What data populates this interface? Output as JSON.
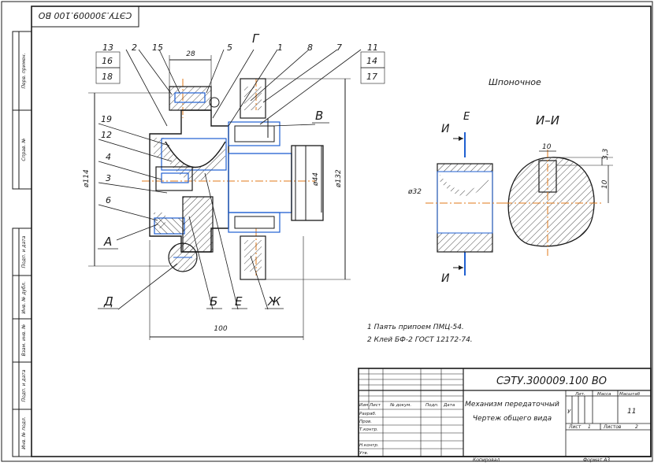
{
  "drawing": {
    "stamp_code_rotated": "СЭТУ.300009.100 ВО",
    "title_code": "СЭТУ.300009.100 ВО",
    "name_line1": "Механизм передаточный",
    "name_line2": "Чертеж общего вида",
    "notes": [
      "1 Паять припоем ПМЦ-54.",
      "2 Клей БФ-2 ГОСТ 12172-74."
    ],
    "key_label": "Шпоночное",
    "section_title": "И–И",
    "scale": "11",
    "sheet": "1",
    "sheets_total": "2",
    "lit_value": "У",
    "copied": "Копировал",
    "format": "Формат  А3"
  },
  "side_strip": {
    "cells": [
      "Перв. примен.",
      "Справ. №",
      "Подп. и дата",
      "Инв. № дубл.",
      "Взам. инв. №",
      "Подп. и дата",
      "Инв. № подл."
    ]
  },
  "title_block": {
    "headers": [
      "Изм",
      "Лист",
      "№ докум.",
      "Подп.",
      "Дата"
    ],
    "roles": [
      "Разраб.",
      "Пров.",
      "Т.контр.",
      "",
      "Н.контр.",
      "Утв."
    ],
    "lit_label": "Лит.",
    "mass_label": "Масса",
    "scale_label": "Масштаб",
    "sheet_label": "Лист",
    "sheets_label": "Листов"
  },
  "callouts": {
    "parts": [
      "13",
      "16",
      "18",
      "2",
      "15",
      "5",
      "Г",
      "1",
      "8",
      "7",
      "11",
      "14",
      "17",
      "19",
      "12",
      "4",
      "3",
      "6",
      "В"
    ],
    "letters": [
      "А",
      "Д",
      "Б",
      "Е",
      "Ж",
      "Е",
      "И",
      "И"
    ]
  },
  "dimensions": [
    "28",
    "ø114",
    "ø44",
    "ø132",
    "100",
    "ø32",
    "10",
    "3,3",
    "10"
  ]
}
